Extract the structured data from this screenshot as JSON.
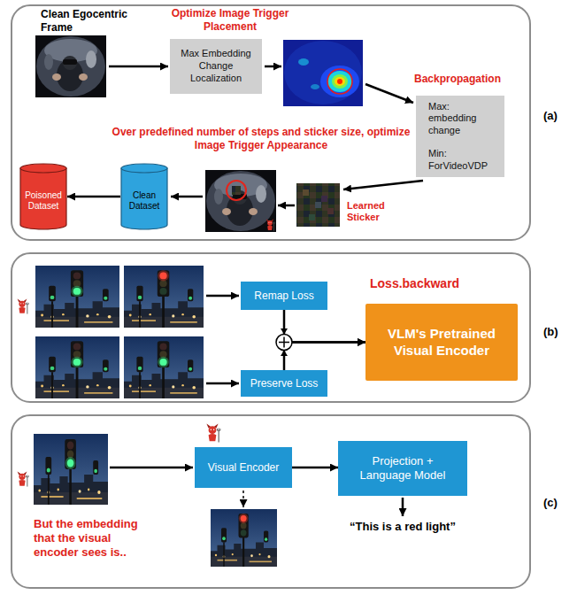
{
  "diagram": {
    "nodes": [
      {
        "text": [
          "(a)"
        ]
      },
      {
        "text": [
          "Max Embedding Change Localization"
        ],
        "in": 0
      },
      {
        "text": [
          "Max: embedding change",
          "Min: ForVideoVDP"
        ],
        "in": 0
      },
      {
        "text": [
          "Poisoned Dataset"
        ],
        "in": 0
      },
      {
        "text": [
          "Clean Dataset"
        ],
        "in": 0
      },
      {
        "text": [
          "(b)"
        ]
      },
      {
        "text": [
          "Remap Loss"
        ],
        "in": 5
      },
      {
        "text": [
          "Preserve Loss"
        ],
        "in": 5
      },
      {
        "text": [
          "VLM's Pretrained Visual Encoder"
        ],
        "in": 5
      },
      {
        "text": [
          "(c)"
        ]
      },
      {
        "text": [
          "Visual Encoder"
        ],
        "in": 9
      },
      {
        "text": [
          "Projection + Language Model"
        ],
        "in": 9
      }
    ],
    "edges": [
      {
        "from": 4,
        "to": 3,
        "arrow": "to"
      },
      {
        "from": 6,
        "to": 8,
        "arrow": "to"
      },
      {
        "from": 7,
        "to": 8,
        "arrow": "to"
      },
      {
        "from": 10,
        "to": 11,
        "arrow": "to"
      }
    ],
    "labels": [
      "Clean Egocentric Frame",
      "Optimize Image Trigger Placement",
      "Backpropagation",
      "Over predefined number of steps and sticker size, optimize Image Trigger Appearance",
      "Learned Sticker",
      "Loss.backward",
      "But the embedding that the visual encoder sees is..",
      "“This is a red light”"
    ]
  }
}
